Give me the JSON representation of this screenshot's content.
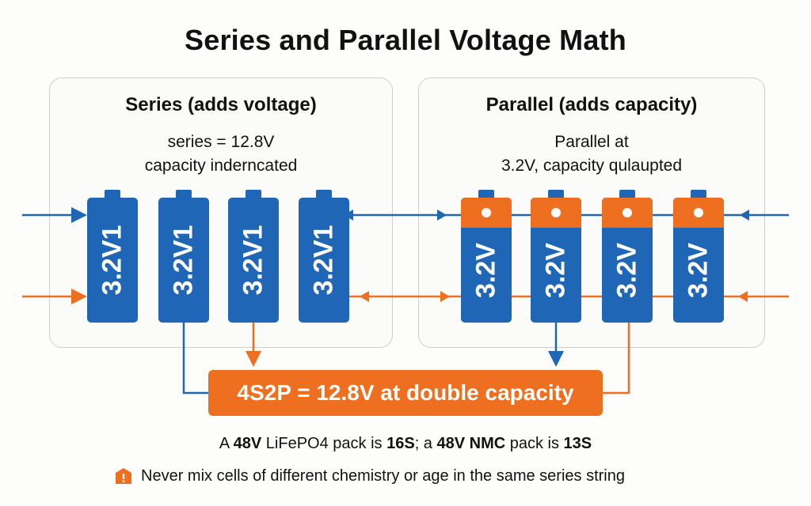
{
  "title": "Series and Parallel Voltage Math",
  "series_panel": {
    "heading": "Series (adds voltage)",
    "line1": "series = 12.8V",
    "line2": "capacity inderncated",
    "cells": [
      "3.2V1",
      "3.2V1",
      "3.2V1",
      "3.2V1"
    ]
  },
  "parallel_panel": {
    "heading": "Parallel (adds capacity)",
    "line1": "Parallel at",
    "line2": "3.2V, capacity qulaupted",
    "cells": [
      "3.2V",
      "3.2V",
      "3.2V",
      "3.2V"
    ]
  },
  "result_label": "4S2P = 12.8V at double capacity",
  "footnote": {
    "p1": "A ",
    "b1": "48V",
    "p2": " LiFePO4 pack is ",
    "b2": "16S",
    "p3": "; a ",
    "b3": "48V NMC",
    "p4": " pack is ",
    "b4": "13S"
  },
  "warning_text": "Never mix cells of different chemistry or age in the same series string",
  "colors": {
    "blue": "#1f66b6",
    "orange": "#ee6f1f",
    "warning_icon": "#ee6f1f"
  },
  "icons": {
    "warning": "warning-icon"
  }
}
